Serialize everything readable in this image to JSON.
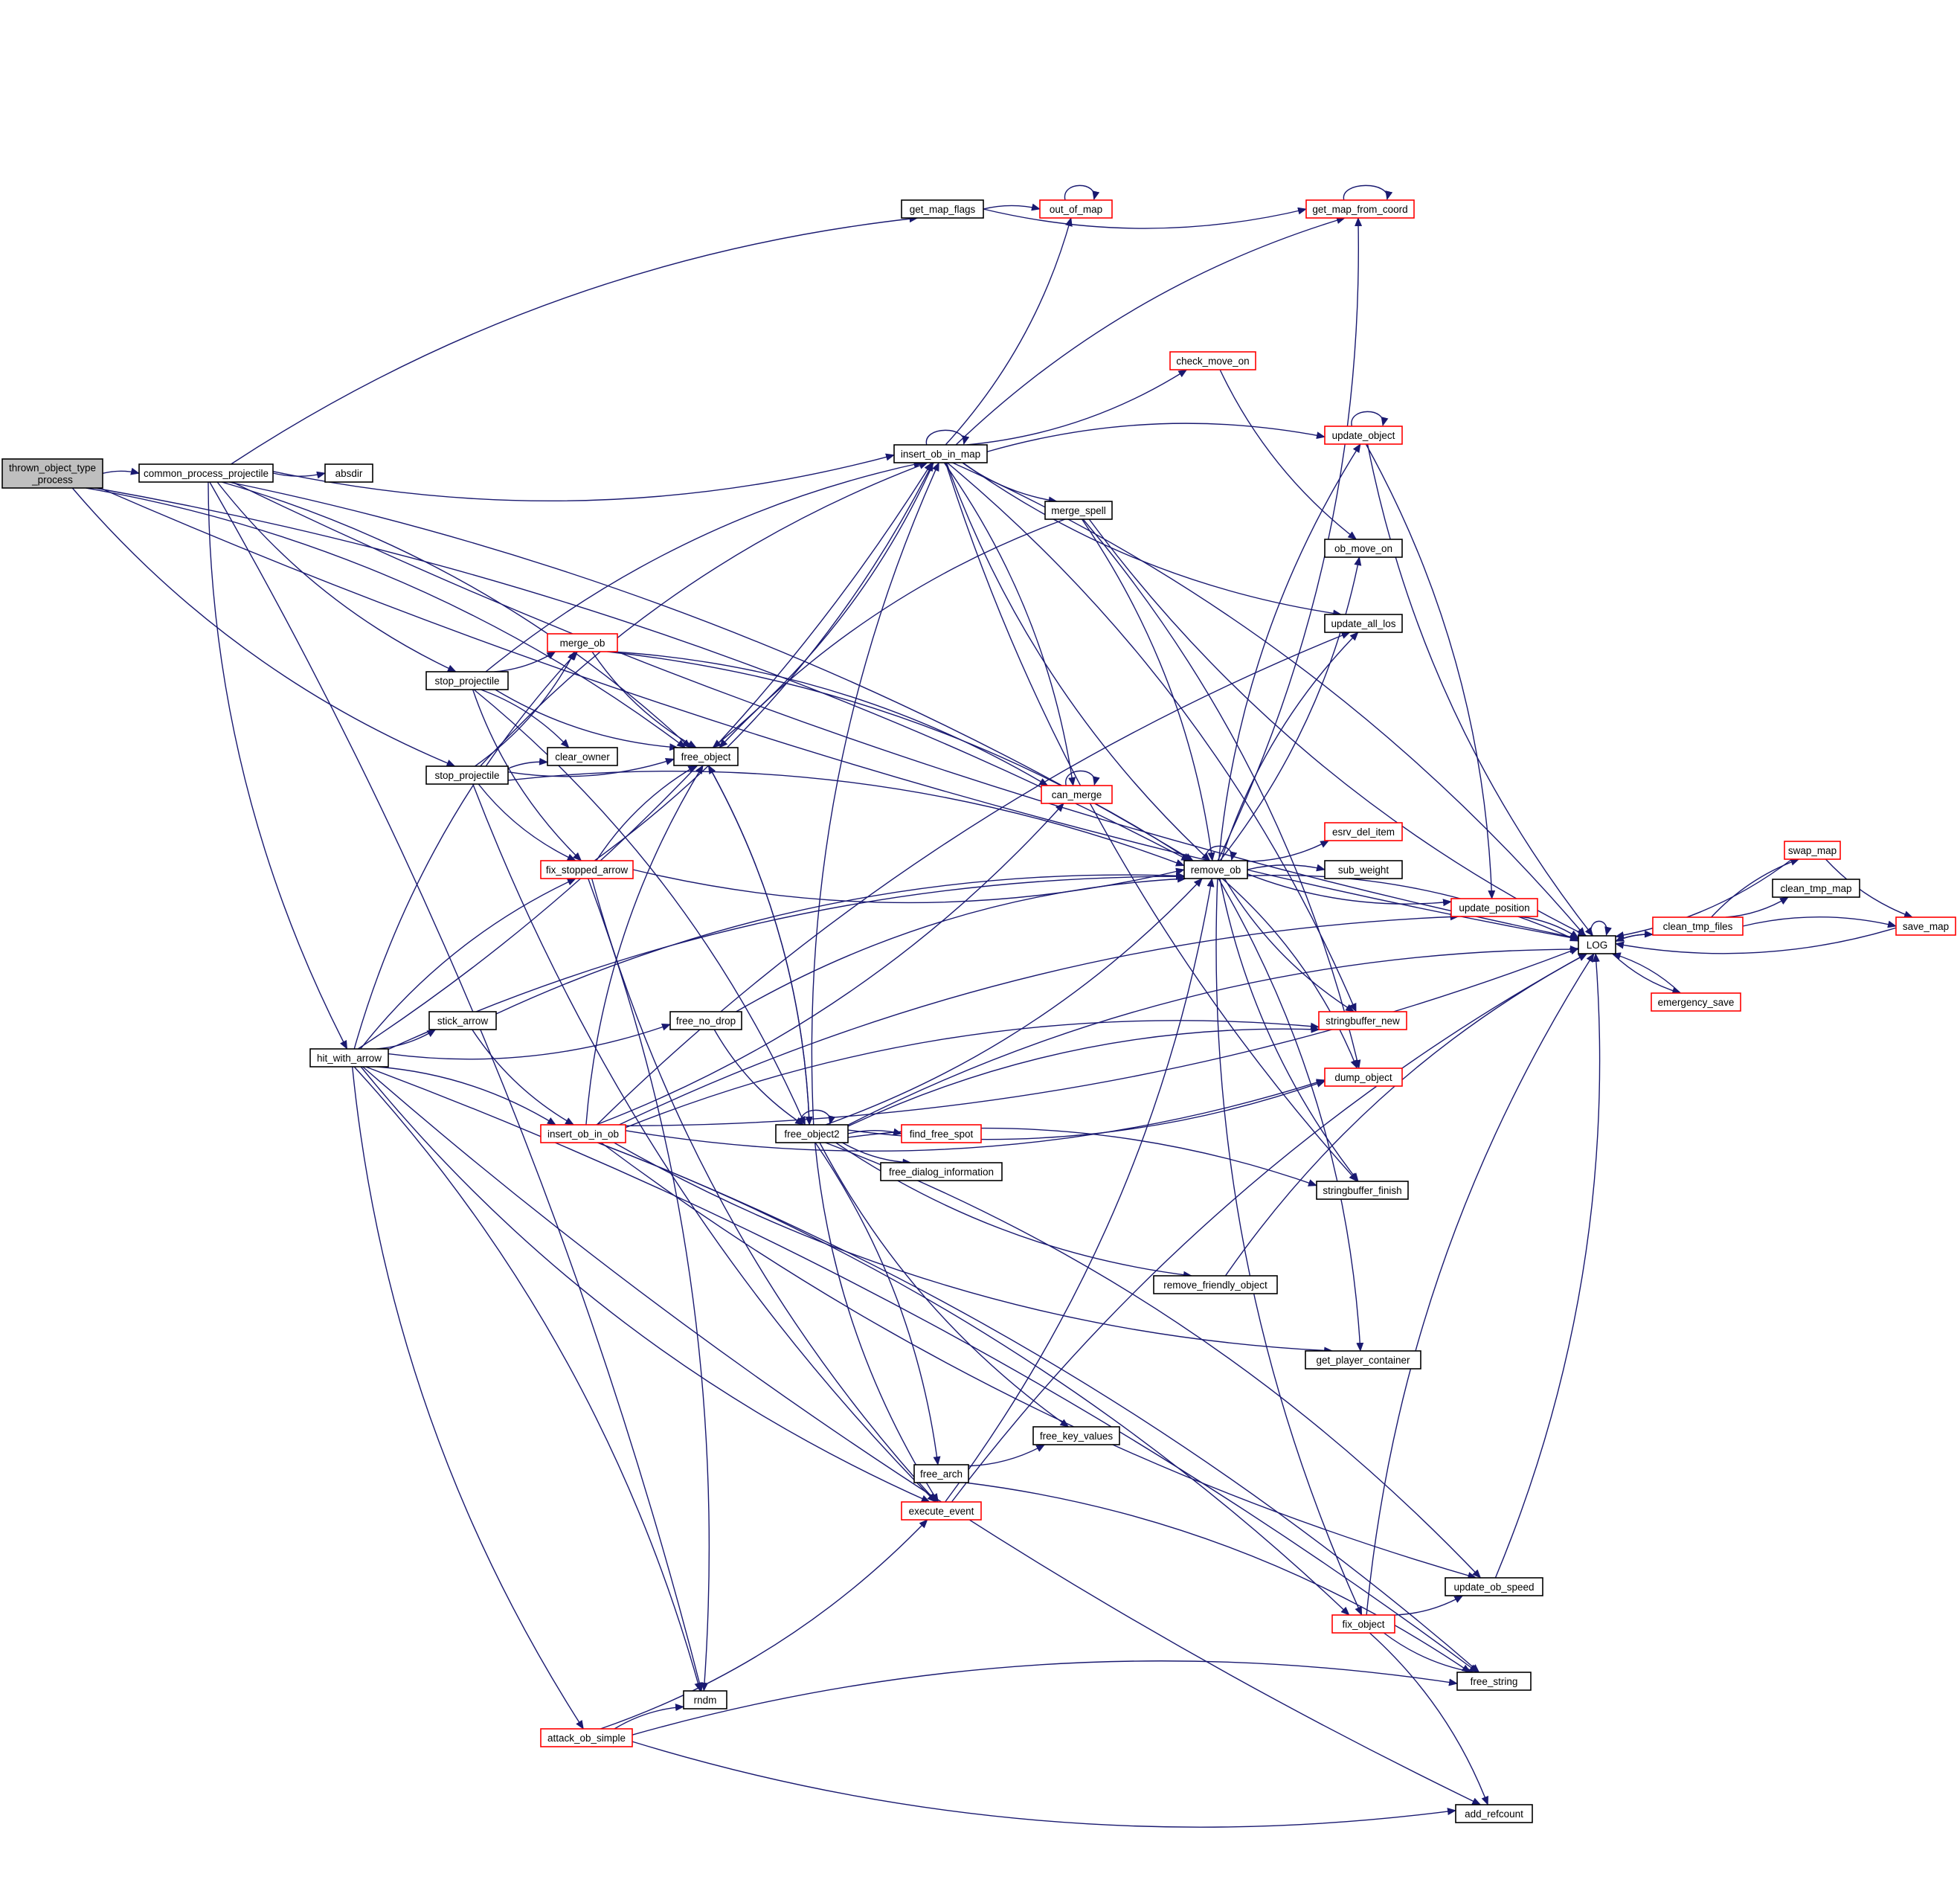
{
  "colors": {
    "edge": "#191970",
    "node_border_normal": "#000000",
    "node_border_truncated": "#ff0000",
    "root_fill": "#bfbfbf",
    "node_fill": "#ffffff"
  },
  "nodes": [
    {
      "id": "thrown_object_type_process",
      "lines": [
        "thrown_object_type",
        "_process"
      ],
      "kind": "root"
    },
    {
      "id": "common_process_projectile",
      "lines": [
        "common_process_projectile"
      ],
      "kind": "normal"
    },
    {
      "id": "absdir",
      "lines": [
        "absdir"
      ],
      "kind": "normal"
    },
    {
      "id": "get_map_flags",
      "lines": [
        "get_map_flags"
      ],
      "kind": "normal"
    },
    {
      "id": "out_of_map",
      "lines": [
        "out_of_map"
      ],
      "kind": "red"
    },
    {
      "id": "get_map_from_coord",
      "lines": [
        "get_map_from_coord"
      ],
      "kind": "red"
    },
    {
      "id": "check_move_on",
      "lines": [
        "check_move_on"
      ],
      "kind": "red"
    },
    {
      "id": "update_object",
      "lines": [
        "update_object"
      ],
      "kind": "red"
    },
    {
      "id": "insert_ob_in_map",
      "lines": [
        "insert_ob_in_map"
      ],
      "kind": "normal"
    },
    {
      "id": "merge_spell",
      "lines": [
        "merge_spell"
      ],
      "kind": "normal"
    },
    {
      "id": "ob_move_on",
      "lines": [
        "ob_move_on"
      ],
      "kind": "normal"
    },
    {
      "id": "update_all_los",
      "lines": [
        "update_all_los"
      ],
      "kind": "normal"
    },
    {
      "id": "merge_ob",
      "lines": [
        "merge_ob"
      ],
      "kind": "red"
    },
    {
      "id": "stop_projectile_a",
      "lines": [
        "stop_projectile"
      ],
      "kind": "normal"
    },
    {
      "id": "clear_owner",
      "lines": [
        "clear_owner"
      ],
      "kind": "normal"
    },
    {
      "id": "free_object",
      "lines": [
        "free_object"
      ],
      "kind": "normal"
    },
    {
      "id": "stop_projectile_b",
      "lines": [
        "stop_projectile"
      ],
      "kind": "normal"
    },
    {
      "id": "can_merge",
      "lines": [
        "can_merge"
      ],
      "kind": "red"
    },
    {
      "id": "esrv_del_item",
      "lines": [
        "esrv_del_item"
      ],
      "kind": "red"
    },
    {
      "id": "fix_stopped_arrow",
      "lines": [
        "fix_stopped_arrow"
      ],
      "kind": "red"
    },
    {
      "id": "remove_ob",
      "lines": [
        "remove_ob"
      ],
      "kind": "normal"
    },
    {
      "id": "sub_weight",
      "lines": [
        "sub_weight"
      ],
      "kind": "normal"
    },
    {
      "id": "swap_map",
      "lines": [
        "swap_map"
      ],
      "kind": "red"
    },
    {
      "id": "clean_tmp_map",
      "lines": [
        "clean_tmp_map"
      ],
      "kind": "normal"
    },
    {
      "id": "update_position",
      "lines": [
        "update_position"
      ],
      "kind": "red"
    },
    {
      "id": "clean_tmp_files",
      "lines": [
        "clean_tmp_files"
      ],
      "kind": "red"
    },
    {
      "id": "save_map",
      "lines": [
        "save_map"
      ],
      "kind": "red"
    },
    {
      "id": "LOG",
      "lines": [
        "LOG"
      ],
      "kind": "normal"
    },
    {
      "id": "emergency_save",
      "lines": [
        "emergency_save"
      ],
      "kind": "red"
    },
    {
      "id": "stick_arrow",
      "lines": [
        "stick_arrow"
      ],
      "kind": "normal"
    },
    {
      "id": "free_no_drop",
      "lines": [
        "free_no_drop"
      ],
      "kind": "normal"
    },
    {
      "id": "stringbuffer_new",
      "lines": [
        "stringbuffer_new"
      ],
      "kind": "red"
    },
    {
      "id": "hit_with_arrow",
      "lines": [
        "hit_with_arrow"
      ],
      "kind": "normal"
    },
    {
      "id": "dump_object",
      "lines": [
        "dump_object"
      ],
      "kind": "red"
    },
    {
      "id": "insert_ob_in_ob",
      "lines": [
        "insert_ob_in_ob"
      ],
      "kind": "red"
    },
    {
      "id": "free_object2",
      "lines": [
        "free_object2"
      ],
      "kind": "normal"
    },
    {
      "id": "find_free_spot",
      "lines": [
        "find_free_spot"
      ],
      "kind": "red"
    },
    {
      "id": "free_dialog_information",
      "lines": [
        "free_dialog_information"
      ],
      "kind": "normal"
    },
    {
      "id": "stringbuffer_finish",
      "lines": [
        "stringbuffer_finish"
      ],
      "kind": "normal"
    },
    {
      "id": "remove_friendly_object",
      "lines": [
        "remove_friendly_object"
      ],
      "kind": "normal"
    },
    {
      "id": "get_player_container",
      "lines": [
        "get_player_container"
      ],
      "kind": "normal"
    },
    {
      "id": "free_key_values",
      "lines": [
        "free_key_values"
      ],
      "kind": "normal"
    },
    {
      "id": "free_arch",
      "lines": [
        "free_arch"
      ],
      "kind": "normal"
    },
    {
      "id": "execute_event",
      "lines": [
        "execute_event"
      ],
      "kind": "red"
    },
    {
      "id": "update_ob_speed",
      "lines": [
        "update_ob_speed"
      ],
      "kind": "normal"
    },
    {
      "id": "fix_object",
      "lines": [
        "fix_object"
      ],
      "kind": "red"
    },
    {
      "id": "free_string",
      "lines": [
        "free_string"
      ],
      "kind": "normal"
    },
    {
      "id": "rndm",
      "lines": [
        "rndm"
      ],
      "kind": "normal"
    },
    {
      "id": "attack_ob_simple",
      "lines": [
        "attack_ob_simple"
      ],
      "kind": "red"
    },
    {
      "id": "add_refcount",
      "lines": [
        "add_refcount"
      ],
      "kind": "normal"
    }
  ],
  "edges": [
    [
      "thrown_object_type_process",
      "common_process_projectile"
    ],
    [
      "thrown_object_type_process",
      "LOG"
    ],
    [
      "thrown_object_type_process",
      "remove_ob"
    ],
    [
      "thrown_object_type_process",
      "stop_projectile_b"
    ],
    [
      "thrown_object_type_process",
      "free_object"
    ],
    [
      "common_process_projectile",
      "absdir"
    ],
    [
      "common_process_projectile",
      "get_map_flags"
    ],
    [
      "common_process_projectile",
      "insert_ob_in_map"
    ],
    [
      "common_process_projectile",
      "remove_ob"
    ],
    [
      "common_process_projectile",
      "stop_projectile_a"
    ],
    [
      "common_process_projectile",
      "free_object"
    ],
    [
      "common_process_projectile",
      "hit_with_arrow"
    ],
    [
      "common_process_projectile",
      "rndm"
    ],
    [
      "common_process_projectile",
      "LOG"
    ],
    [
      "get_map_flags",
      "out_of_map"
    ],
    [
      "get_map_flags",
      "get_map_from_coord"
    ],
    [
      "out_of_map",
      "out_of_map"
    ],
    [
      "get_map_from_coord",
      "get_map_from_coord"
    ],
    [
      "insert_ob_in_map",
      "insert_ob_in_map"
    ],
    [
      "insert_ob_in_map",
      "out_of_map"
    ],
    [
      "insert_ob_in_map",
      "get_map_from_coord"
    ],
    [
      "insert_ob_in_map",
      "check_move_on"
    ],
    [
      "insert_ob_in_map",
      "update_object"
    ],
    [
      "insert_ob_in_map",
      "merge_spell"
    ],
    [
      "insert_ob_in_map",
      "LOG"
    ],
    [
      "insert_ob_in_map",
      "remove_ob"
    ],
    [
      "insert_ob_in_map",
      "can_merge"
    ],
    [
      "insert_ob_in_map",
      "update_all_los"
    ],
    [
      "insert_ob_in_map",
      "stringbuffer_new"
    ],
    [
      "insert_ob_in_map",
      "stringbuffer_finish"
    ],
    [
      "insert_ob_in_map",
      "free_object"
    ],
    [
      "check_move_on",
      "ob_move_on"
    ],
    [
      "update_object",
      "update_object"
    ],
    [
      "update_object",
      "LOG"
    ],
    [
      "update_object",
      "update_position"
    ],
    [
      "merge_spell",
      "free_object"
    ],
    [
      "merge_spell",
      "remove_ob"
    ],
    [
      "merge_spell",
      "LOG"
    ],
    [
      "merge_spell",
      "dump_object"
    ],
    [
      "stop_projectile_a",
      "merge_ob"
    ],
    [
      "stop_projectile_a",
      "clear_owner"
    ],
    [
      "stop_projectile_a",
      "free_object"
    ],
    [
      "stop_projectile_a",
      "insert_ob_in_map"
    ],
    [
      "stop_projectile_a",
      "fix_stopped_arrow"
    ],
    [
      "stop_projectile_a",
      "free_object2"
    ],
    [
      "stop_projectile_b",
      "merge_ob"
    ],
    [
      "stop_projectile_b",
      "clear_owner"
    ],
    [
      "stop_projectile_b",
      "free_object"
    ],
    [
      "stop_projectile_b",
      "insert_ob_in_map"
    ],
    [
      "stop_projectile_b",
      "fix_stopped_arrow"
    ],
    [
      "stop_projectile_b",
      "remove_ob"
    ],
    [
      "stop_projectile_b",
      "execute_event"
    ],
    [
      "merge_ob",
      "can_merge"
    ],
    [
      "merge_ob",
      "free_object"
    ],
    [
      "merge_ob",
      "remove_ob"
    ],
    [
      "can_merge",
      "can_merge"
    ],
    [
      "free_object",
      "free_object2"
    ],
    [
      "fix_stopped_arrow",
      "remove_ob"
    ],
    [
      "fix_stopped_arrow",
      "free_object"
    ],
    [
      "fix_stopped_arrow",
      "insert_ob_in_map"
    ],
    [
      "fix_stopped_arrow",
      "rndm"
    ],
    [
      "fix_stopped_arrow",
      "execute_event"
    ],
    [
      "remove_ob",
      "remove_ob"
    ],
    [
      "remove_ob",
      "get_map_from_coord"
    ],
    [
      "remove_ob",
      "update_object"
    ],
    [
      "remove_ob",
      "ob_move_on"
    ],
    [
      "remove_ob",
      "update_all_los"
    ],
    [
      "remove_ob",
      "esrv_del_item"
    ],
    [
      "remove_ob",
      "sub_weight"
    ],
    [
      "remove_ob",
      "update_position"
    ],
    [
      "remove_ob",
      "LOG"
    ],
    [
      "remove_ob",
      "stringbuffer_new"
    ],
    [
      "remove_ob",
      "dump_object"
    ],
    [
      "remove_ob",
      "stringbuffer_finish"
    ],
    [
      "remove_ob",
      "get_player_container"
    ],
    [
      "remove_ob",
      "fix_object"
    ],
    [
      "update_position",
      "LOG"
    ],
    [
      "LOG",
      "LOG"
    ],
    [
      "LOG",
      "clean_tmp_files"
    ],
    [
      "LOG",
      "emergency_save"
    ],
    [
      "clean_tmp_files",
      "swap_map"
    ],
    [
      "clean_tmp_files",
      "clean_tmp_map"
    ],
    [
      "clean_tmp_files",
      "save_map"
    ],
    [
      "clean_tmp_files",
      "LOG"
    ],
    [
      "swap_map",
      "LOG"
    ],
    [
      "swap_map",
      "save_map"
    ],
    [
      "save_map",
      "LOG"
    ],
    [
      "emergency_save",
      "LOG"
    ],
    [
      "hit_with_arrow",
      "merge_ob"
    ],
    [
      "hit_with_arrow",
      "insert_ob_in_map"
    ],
    [
      "hit_with_arrow",
      "fix_stopped_arrow"
    ],
    [
      "hit_with_arrow",
      "stick_arrow"
    ],
    [
      "hit_with_arrow",
      "remove_ob"
    ],
    [
      "hit_with_arrow",
      "free_no_drop"
    ],
    [
      "hit_with_arrow",
      "insert_ob_in_ob"
    ],
    [
      "hit_with_arrow",
      "execute_event"
    ],
    [
      "hit_with_arrow",
      "rndm"
    ],
    [
      "hit_with_arrow",
      "attack_ob_simple"
    ],
    [
      "hit_with_arrow",
      "free_string"
    ],
    [
      "hit_with_arrow",
      "add_refcount"
    ],
    [
      "stick_arrow",
      "remove_ob"
    ],
    [
      "stick_arrow",
      "insert_ob_in_ob"
    ],
    [
      "free_no_drop",
      "remove_ob"
    ],
    [
      "free_no_drop",
      "free_object2"
    ],
    [
      "insert_ob_in_ob",
      "free_object"
    ],
    [
      "insert_ob_in_ob",
      "can_merge"
    ],
    [
      "insert_ob_in_ob",
      "update_all_los"
    ],
    [
      "insert_ob_in_ob",
      "LOG"
    ],
    [
      "insert_ob_in_ob",
      "stringbuffer_new"
    ],
    [
      "insert_ob_in_ob",
      "dump_object"
    ],
    [
      "insert_ob_in_ob",
      "update_position"
    ],
    [
      "insert_ob_in_ob",
      "get_player_container"
    ],
    [
      "insert_ob_in_ob",
      "fix_object"
    ],
    [
      "insert_ob_in_ob",
      "update_ob_speed"
    ],
    [
      "insert_ob_in_ob",
      "free_string"
    ],
    [
      "free_object2",
      "free_object2"
    ],
    [
      "free_object2",
      "insert_ob_in_map"
    ],
    [
      "free_object2",
      "remove_ob"
    ],
    [
      "free_object2",
      "find_free_spot"
    ],
    [
      "free_object2",
      "free_dialog_information"
    ],
    [
      "free_object2",
      "stringbuffer_new"
    ],
    [
      "free_object2",
      "dump_object"
    ],
    [
      "free_object2",
      "stringbuffer_finish"
    ],
    [
      "free_object2",
      "remove_friendly_object"
    ],
    [
      "free_object2",
      "LOG"
    ],
    [
      "free_object2",
      "free_key_values"
    ],
    [
      "free_object2",
      "free_arch"
    ],
    [
      "free_object2",
      "execute_event"
    ],
    [
      "free_object2",
      "update_ob_speed"
    ],
    [
      "free_object2",
      "free_object"
    ],
    [
      "remove_friendly_object",
      "LOG"
    ],
    [
      "free_arch",
      "free_key_values"
    ],
    [
      "free_arch",
      "free_string"
    ],
    [
      "execute_event",
      "remove_ob"
    ],
    [
      "execute_event",
      "LOG"
    ],
    [
      "fix_object",
      "update_ob_speed"
    ],
    [
      "fix_object",
      "LOG"
    ],
    [
      "fix_object",
      "free_string"
    ],
    [
      "fix_object",
      "add_refcount"
    ],
    [
      "update_ob_speed",
      "LOG"
    ],
    [
      "attack_ob_simple",
      "rndm"
    ],
    [
      "attack_ob_simple",
      "execute_event"
    ],
    [
      "attack_ob_simple",
      "free_string"
    ],
    [
      "attack_ob_simple",
      "add_refcount"
    ]
  ]
}
